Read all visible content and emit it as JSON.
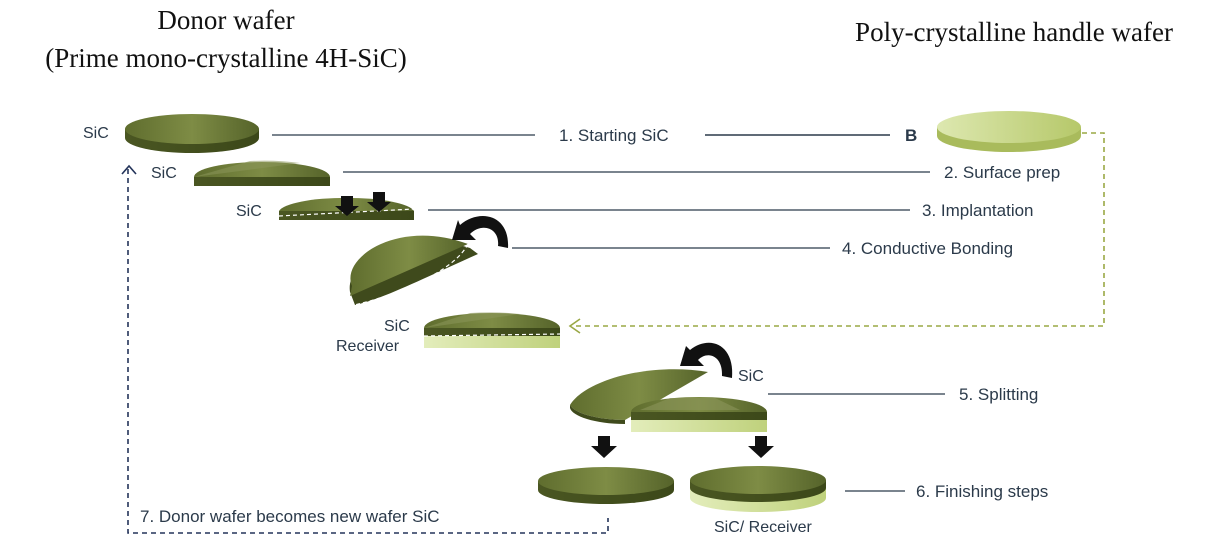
{
  "headers": {
    "donor_line1": "Donor wafer",
    "donor_line2": "(Prime mono-crystalline 4H-SiC)",
    "handle": "Poly-crystalline handle wafer"
  },
  "steps": {
    "s1": "1. Starting SiC",
    "s2": "2. Surface prep",
    "s3": "3. Implantation",
    "s4": "4. Conductive Bonding",
    "s5": "5. Splitting",
    "s6": "6. Finishing steps",
    "s7": "7. Donor wafer becomes new wafer SiC"
  },
  "labels": {
    "sic1": "SiC",
    "sic2": "SiC",
    "sic3": "SiC",
    "b": "B",
    "sic_receiver_1": "SiC",
    "sic_receiver_2": "Receiver",
    "sic_split": "SiC",
    "sic_receiver_final": "SiC/ Receiver"
  },
  "colors": {
    "donor_wafer": "#6f7d3a",
    "handle_wafer": "#c8d88a",
    "receiver_layer": "#d5e2a0",
    "loop_line_donor": "#24345a",
    "loop_line_handle": "#9aa845",
    "arrow": "#111111"
  }
}
